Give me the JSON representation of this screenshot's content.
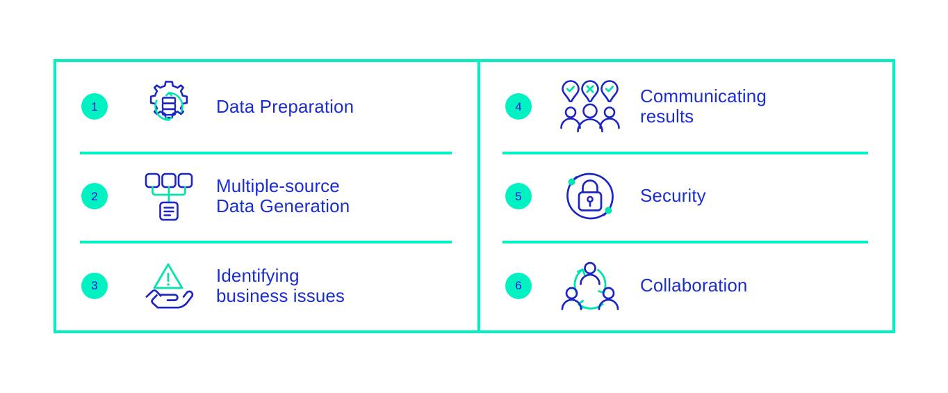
{
  "theme": {
    "accent_green": "#00f2c3",
    "text_blue": "#1b2ed0",
    "icon_blue": "#1b24c4",
    "badge_text": "#1b16d6",
    "background": "#ffffff"
  },
  "panel": {
    "columns": [
      {
        "name": "left-column",
        "items": [
          {
            "number": "1",
            "label": "Data Preparation",
            "icon": "gear-database-icon"
          },
          {
            "number": "2",
            "label": "Multiple-source\nData Generation",
            "icon": "multi-source-document-icon"
          },
          {
            "number": "3",
            "label": "Identifying\nbusiness issues",
            "icon": "hand-warning-icon"
          }
        ]
      },
      {
        "name": "right-column",
        "items": [
          {
            "number": "4",
            "label": "Communicating\nresults",
            "icon": "people-speech-bubbles-icon"
          },
          {
            "number": "5",
            "label": "Security",
            "icon": "padlock-circle-icon"
          },
          {
            "number": "6",
            "label": "Collaboration",
            "icon": "people-circular-arrows-icon"
          }
        ]
      }
    ]
  }
}
